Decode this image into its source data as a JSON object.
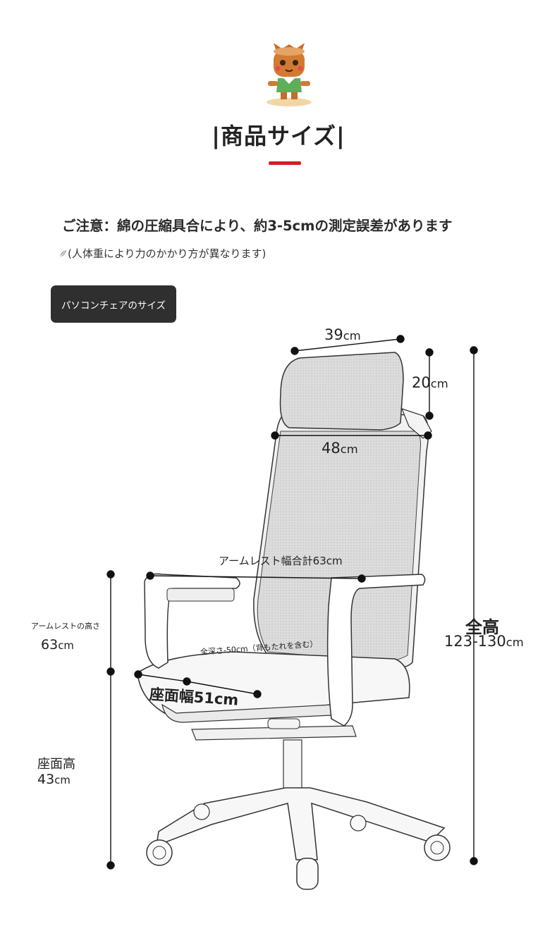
{
  "header": {
    "title": "|商品サイズ|",
    "mascot_icon": "tree-stump-mascot-icon",
    "accent_color": "#d31f26"
  },
  "notice": {
    "main": "ご注意：綿の圧縮具合により、約3-5cmの測定誤差があります",
    "sub": "(人体重により力のかかり方が異なります)"
  },
  "badge": {
    "label": "パソコンチェアのサイズ"
  },
  "dimensions": {
    "headrest_width": {
      "value": "39",
      "unit": "cm"
    },
    "headrest_height": {
      "value": "20",
      "unit": "cm"
    },
    "back_width": {
      "value": "48",
      "unit": "cm"
    },
    "armrest_width_total": {
      "label": "アームレスト幅合計63cm"
    },
    "armrest_height": {
      "label": "アームレストの高さ",
      "value": "63",
      "unit": "cm"
    },
    "total_depth": {
      "label": "全深さ-50cm（背もたれを含む）"
    },
    "seat_width": {
      "label": "座面幅51cm"
    },
    "seat_height": {
      "label": "座面高",
      "value": "43",
      "unit": "cm"
    },
    "total_height": {
      "label": "全高",
      "value": "123-130",
      "unit": "cm"
    }
  }
}
